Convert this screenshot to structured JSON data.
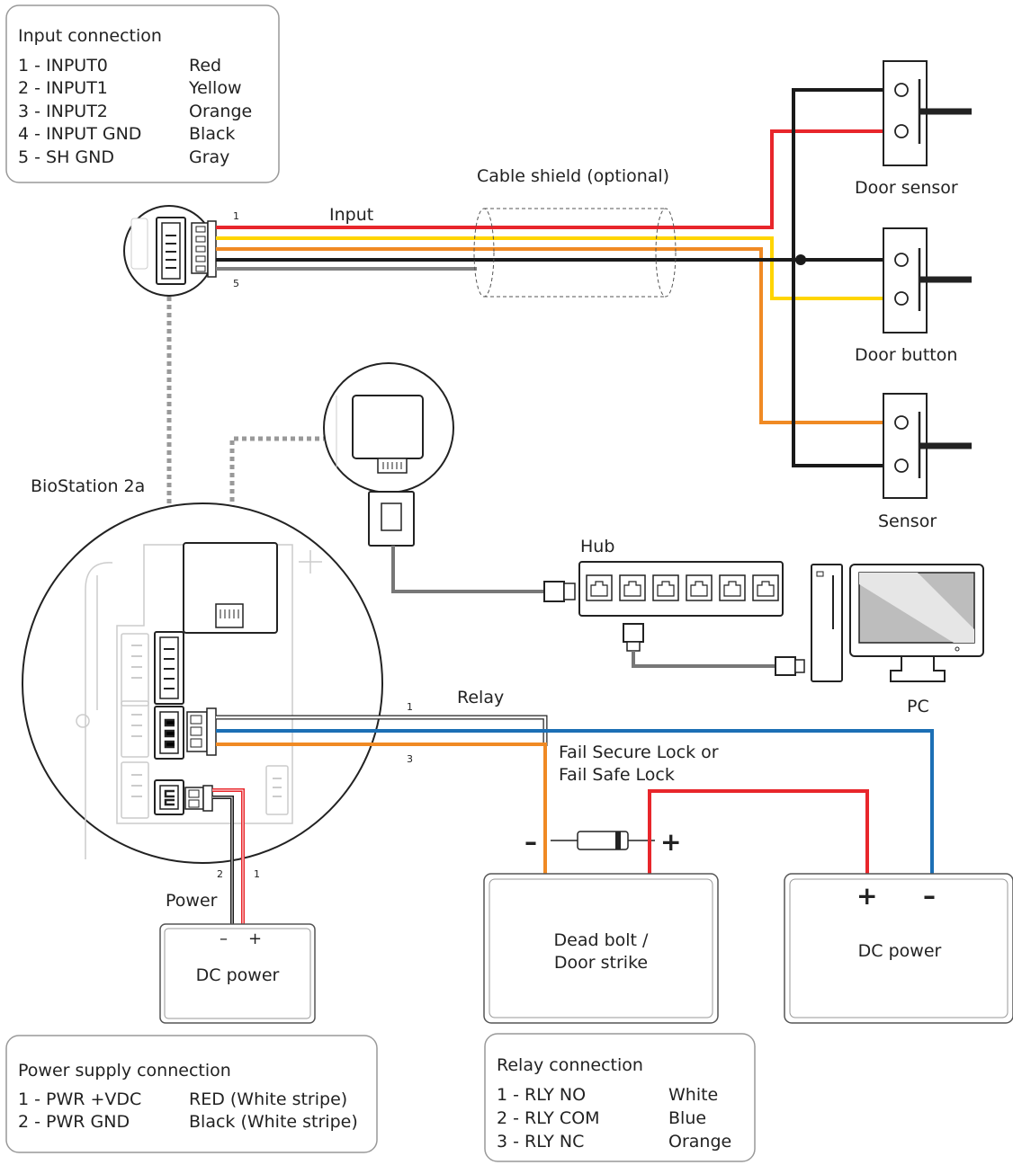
{
  "input_box": {
    "title": "Input connection",
    "rows": [
      {
        "pin": "1 - INPUT0",
        "color": "Red"
      },
      {
        "pin": "2 - INPUT1",
        "color": "Yellow"
      },
      {
        "pin": "3 - INPUT2",
        "color": "Orange"
      },
      {
        "pin": "4 - INPUT GND",
        "color": "Black"
      },
      {
        "pin": "5 - SH GND",
        "color": "Gray"
      }
    ]
  },
  "power_box": {
    "title": "Power supply connection",
    "rows": [
      {
        "pin": "1 - PWR +VDC",
        "color": "RED (White stripe)"
      },
      {
        "pin": "2 - PWR GND",
        "color": "Black (White stripe)"
      }
    ]
  },
  "relay_box": {
    "title": "Relay connection",
    "rows": [
      {
        "pin": "1 - RLY NO",
        "color": "White"
      },
      {
        "pin": "2 - RLY COM",
        "color": "Blue"
      },
      {
        "pin": "3 - RLY NC",
        "color": "Orange"
      }
    ]
  },
  "labels": {
    "input": "Input",
    "pin1_input": "1",
    "pin5_input": "5",
    "cable_shield": "Cable shield (optional)",
    "door_sensor": "Door sensor",
    "door_button": "Door button",
    "sensor": "Sensor",
    "biostation": "BioStation 2a",
    "hub": "Hub",
    "pc": "PC",
    "relay": "Relay",
    "pin1_relay": "1",
    "pin3_relay": "3",
    "fail_lock_line1": "Fail Secure Lock or",
    "fail_lock_line2": "Fail Safe Lock",
    "dead_bolt_line1": "Dead bolt /",
    "dead_bolt_line2": "Door strike",
    "dc_power_right": "DC power",
    "dc_power_left": "DC power",
    "power": "Power",
    "pin2_power": "2",
    "pin1_power": "1",
    "minus": "–",
    "plus": "+"
  },
  "wire_colors": {
    "red": "#e8262b",
    "yellow": "#ffd500",
    "orange": "#f08a24",
    "black": "#1a1a1a",
    "gray": "#808080",
    "blue": "#1c6fb5",
    "white": "#ffffff"
  }
}
